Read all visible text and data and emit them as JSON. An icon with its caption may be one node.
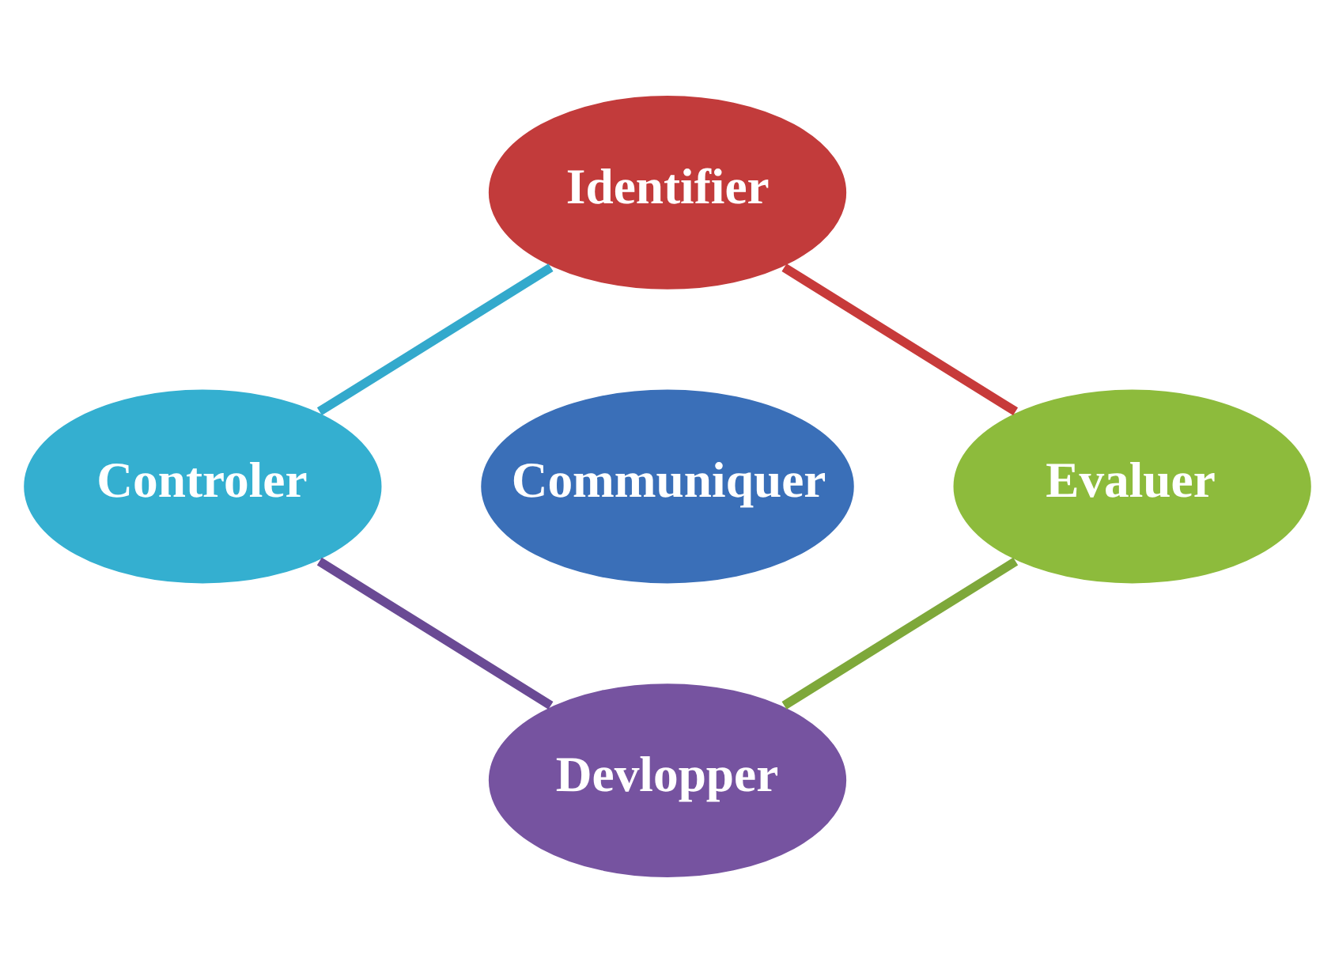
{
  "diagram": {
    "nodes": [
      {
        "text": [
          "Identifier"
        ]
      },
      {
        "text": [
          "Evaluer"
        ]
      },
      {
        "text": [
          "Devlopper"
        ]
      },
      {
        "text": [
          "Controler"
        ]
      },
      {
        "text": [
          "Communiquer"
        ]
      }
    ],
    "edges": [
      {
        "from": 0,
        "to": 1,
        "arrow": "none",
        "color": "#c73a3a"
      },
      {
        "from": 1,
        "to": 2,
        "arrow": "none",
        "color": "#7ea83a"
      },
      {
        "from": 2,
        "to": 3,
        "arrow": "none",
        "color": "#6a4a94"
      },
      {
        "from": 3,
        "to": 0,
        "arrow": "none",
        "color": "#33a9cc"
      }
    ]
  }
}
